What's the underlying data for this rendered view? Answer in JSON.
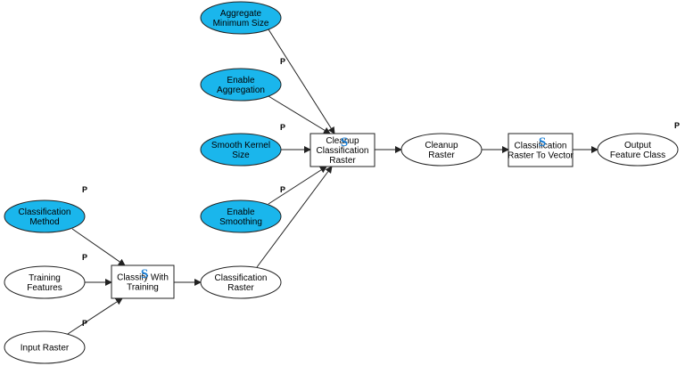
{
  "colors": {
    "param_fill": "#1ab6ec",
    "data_fill": "#ffffff",
    "tool_fill": "#ffffff",
    "tool_icon": "#1a7fd6",
    "stroke": "#222222"
  },
  "parameter_marker": "P",
  "tool_icon_glyph": "S",
  "nodes": {
    "aggregate_min_size": {
      "lines": [
        "Aggregate",
        "Minimum Size"
      ],
      "kind": "parameter"
    },
    "enable_aggregation": {
      "lines": [
        "Enable",
        "Aggregation"
      ],
      "kind": "parameter"
    },
    "smooth_kernel_size": {
      "lines": [
        "Smooth Kernel",
        "Size"
      ],
      "kind": "parameter"
    },
    "enable_smoothing": {
      "lines": [
        "Enable",
        "Smoothing"
      ],
      "kind": "parameter"
    },
    "classification_method": {
      "lines": [
        "Classification",
        "Method"
      ],
      "kind": "parameter"
    },
    "training_features": {
      "lines": [
        "Training",
        "Features"
      ],
      "kind": "data"
    },
    "input_raster": {
      "lines": [
        "Input Raster"
      ],
      "kind": "data"
    },
    "classify_with_training": {
      "lines": [
        "Classify With",
        "Training"
      ],
      "kind": "tool"
    },
    "classification_raster": {
      "lines": [
        "Classification",
        "Raster"
      ],
      "kind": "data"
    },
    "cleanup_classification_raster": {
      "lines": [
        "Cleanup",
        "Classification",
        "Raster"
      ],
      "kind": "tool"
    },
    "cleanup_raster": {
      "lines": [
        "Cleanup",
        "Raster"
      ],
      "kind": "data"
    },
    "classification_raster_to_vector": {
      "lines": [
        "Classification",
        "Raster To Vector"
      ],
      "kind": "tool"
    },
    "output_feature_class": {
      "lines": [
        "Output",
        "Feature Class"
      ],
      "kind": "data"
    }
  }
}
